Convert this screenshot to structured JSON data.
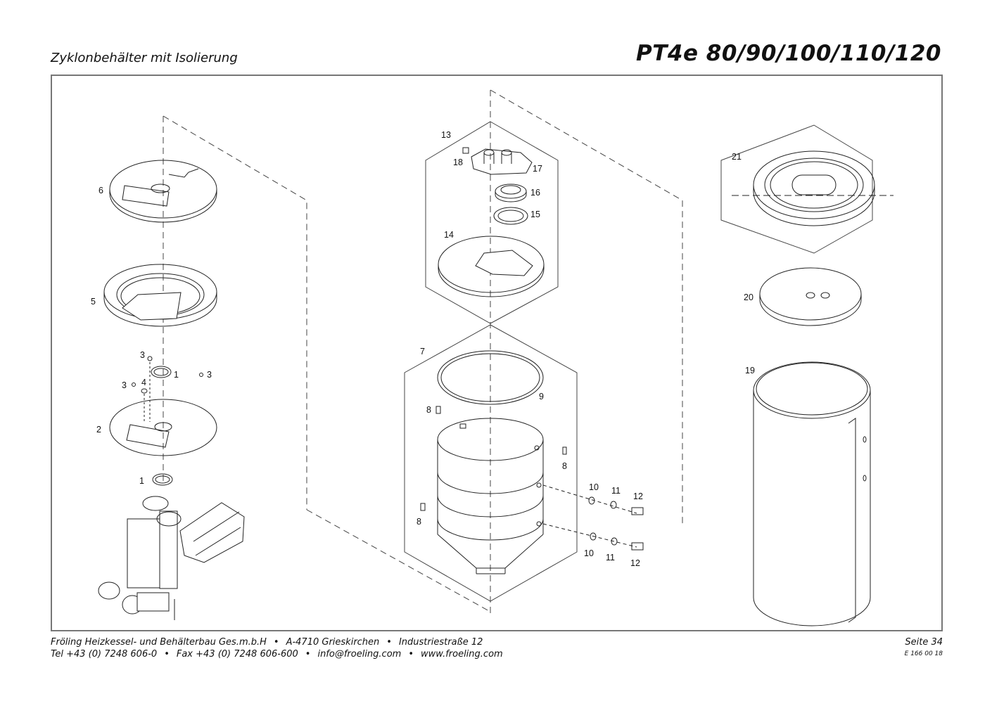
{
  "header": {
    "subtitle": "Zyklonbehälter mit Isolierung",
    "title": "PT4e 80/90/100/110/120"
  },
  "callouts": {
    "c1a": "1",
    "c1b": "1",
    "c2": "2",
    "c3a": "3",
    "c3b": "3",
    "c3c": "3",
    "c4": "4",
    "c5": "5",
    "c6": "6",
    "c7": "7",
    "c8a": "8",
    "c8b": "8",
    "c8c": "8",
    "c9": "9",
    "c10a": "10",
    "c10b": "10",
    "c11a": "11",
    "c11b": "11",
    "c12a": "12",
    "c12b": "12",
    "c13": "13",
    "c14": "14",
    "c15": "15",
    "c16": "16",
    "c17": "17",
    "c18": "18",
    "c19": "19",
    "c20": "20",
    "c21": "21"
  },
  "footer": {
    "company": "Fröling Heizkessel- und Behälterbau Ges.m.b.H",
    "address": "A-4710 Grieskirchen",
    "street": "Industriestraße 12",
    "tel": "Tel +43 (0) 7248 606-0",
    "fax": "Fax +43 (0) 7248 606-600",
    "email": "info@froeling.com",
    "web": "www.froeling.com",
    "bullet": "•",
    "page": "Seite 34",
    "doc_no": "E 166 00 18"
  }
}
